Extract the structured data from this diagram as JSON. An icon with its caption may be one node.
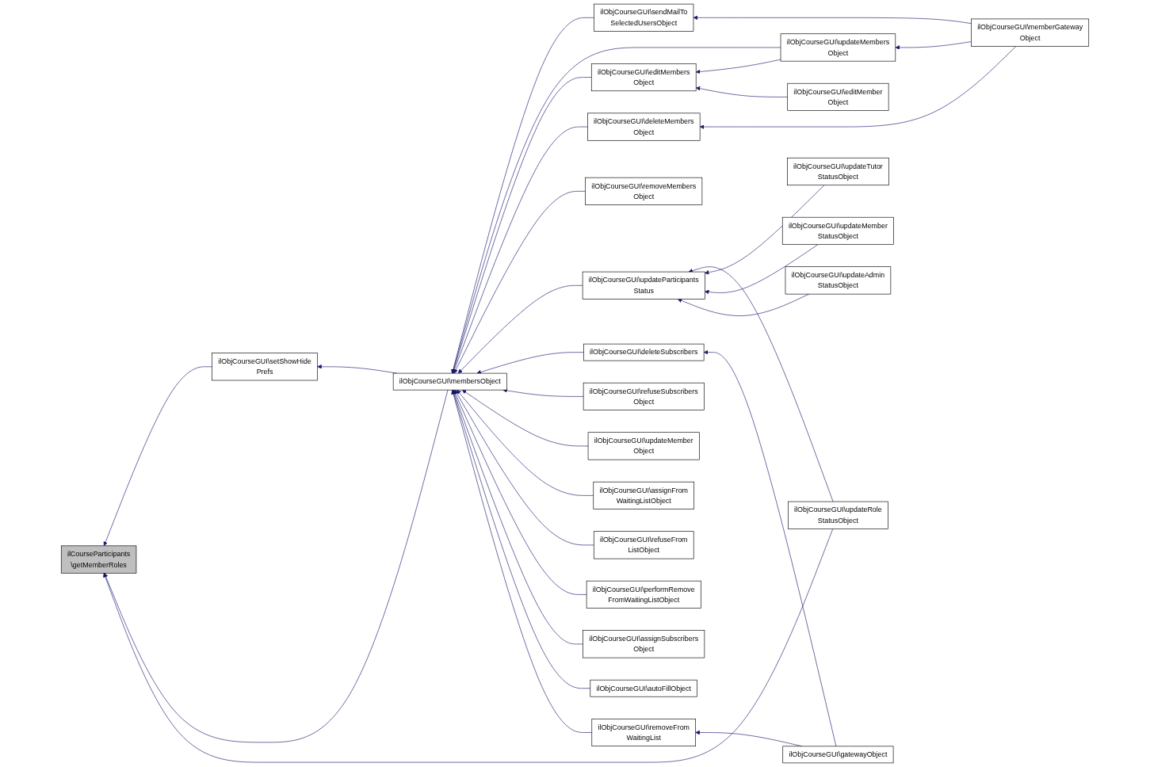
{
  "diagram": {
    "nodes": [
      {
        "text": [
          "ilCourseParticipants \\getMemberRoles"
        ]
      },
      {
        "text": [
          "ilObjCourseGUI\\setShowHide Prefs"
        ]
      },
      {
        "text": [
          "ilObjCourseGUI\\membersObject"
        ]
      },
      {
        "text": [
          "ilObjCourseGUI\\sendMailTo SelectedUsersObject"
        ]
      },
      {
        "text": [
          "ilObjCourseGUI\\updateMembers Object"
        ]
      },
      {
        "text": [
          "ilObjCourseGUI\\editMembers Object"
        ]
      },
      {
        "text": [
          "ilObjCourseGUI\\editMember Object"
        ]
      },
      {
        "text": [
          "ilObjCourseGUI\\deleteMembers Object"
        ]
      },
      {
        "text": [
          "ilObjCourseGUI\\removeMembers Object"
        ]
      },
      {
        "text": [
          "ilObjCourseGUI\\updateRole StatusObject"
        ]
      },
      {
        "text": [
          "ilObjCourseGUI\\updateParticipants Status"
        ]
      },
      {
        "text": [
          "ilObjCourseGUI\\updateTutor StatusObject"
        ]
      },
      {
        "text": [
          "ilObjCourseGUI\\updateMember StatusObject"
        ]
      },
      {
        "text": [
          "ilObjCourseGUI\\updateAdmin StatusObject"
        ]
      },
      {
        "text": [
          "ilObjCourseGUI\\deleteSubscribers"
        ]
      },
      {
        "text": [
          "ilObjCourseGUI\\refuseSubscribers Object"
        ]
      },
      {
        "text": [
          "ilObjCourseGUI\\updateMember Object"
        ]
      },
      {
        "text": [
          "ilObjCourseGUI\\assignFrom WaitingListObject"
        ]
      },
      {
        "text": [
          "ilObjCourseGUI\\refuseFrom ListObject"
        ]
      },
      {
        "text": [
          "ilObjCourseGUI\\performRemove FromWaitingListObject"
        ]
      },
      {
        "text": [
          "ilObjCourseGUI\\assignSubscribers Object"
        ]
      },
      {
        "text": [
          "ilObjCourseGUI\\autoFillObject"
        ]
      },
      {
        "text": [
          "ilObjCourseGUI\\removeFrom WaitingList"
        ]
      },
      {
        "text": [
          "ilObjCourseGUI\\gatewayObject"
        ]
      },
      {
        "text": [
          "ilObjCourseGUI\\memberGateway Object"
        ]
      }
    ],
    "edges": [
      {
        "from": 1,
        "to": 0,
        "arrow": "to"
      },
      {
        "from": 2,
        "to": 0,
        "arrow": "to"
      },
      {
        "from": 9,
        "to": 0,
        "arrow": "to"
      },
      {
        "from": 2,
        "to": 1,
        "arrow": "to"
      },
      {
        "from": 3,
        "to": 2,
        "arrow": "to"
      },
      {
        "from": 4,
        "to": 2,
        "arrow": "to"
      },
      {
        "from": 5,
        "to": 2,
        "arrow": "to"
      },
      {
        "from": 7,
        "to": 2,
        "arrow": "to"
      },
      {
        "from": 8,
        "to": 2,
        "arrow": "to"
      },
      {
        "from": 10,
        "to": 2,
        "arrow": "to"
      },
      {
        "from": 14,
        "to": 2,
        "arrow": "to"
      },
      {
        "from": 15,
        "to": 2,
        "arrow": "to"
      },
      {
        "from": 16,
        "to": 2,
        "arrow": "to"
      },
      {
        "from": 17,
        "to": 2,
        "arrow": "to"
      },
      {
        "from": 18,
        "to": 2,
        "arrow": "to"
      },
      {
        "from": 19,
        "to": 2,
        "arrow": "to"
      },
      {
        "from": 20,
        "to": 2,
        "arrow": "to"
      },
      {
        "from": 21,
        "to": 2,
        "arrow": "to"
      },
      {
        "from": 22,
        "to": 2,
        "arrow": "to"
      },
      {
        "from": 24,
        "to": 3,
        "arrow": "to"
      },
      {
        "from": 24,
        "to": 4,
        "arrow": "to"
      },
      {
        "from": 4,
        "to": 5,
        "arrow": "to"
      },
      {
        "from": 6,
        "to": 5,
        "arrow": "to"
      },
      {
        "from": 24,
        "to": 7,
        "arrow": "to"
      },
      {
        "from": 9,
        "to": 10,
        "arrow": "to"
      },
      {
        "from": 11,
        "to": 10,
        "arrow": "to"
      },
      {
        "from": 12,
        "to": 10,
        "arrow": "to"
      },
      {
        "from": 13,
        "to": 10,
        "arrow": "to"
      },
      {
        "from": 23,
        "to": 14,
        "arrow": "to"
      },
      {
        "from": 23,
        "to": 22,
        "arrow": "to"
      }
    ]
  }
}
